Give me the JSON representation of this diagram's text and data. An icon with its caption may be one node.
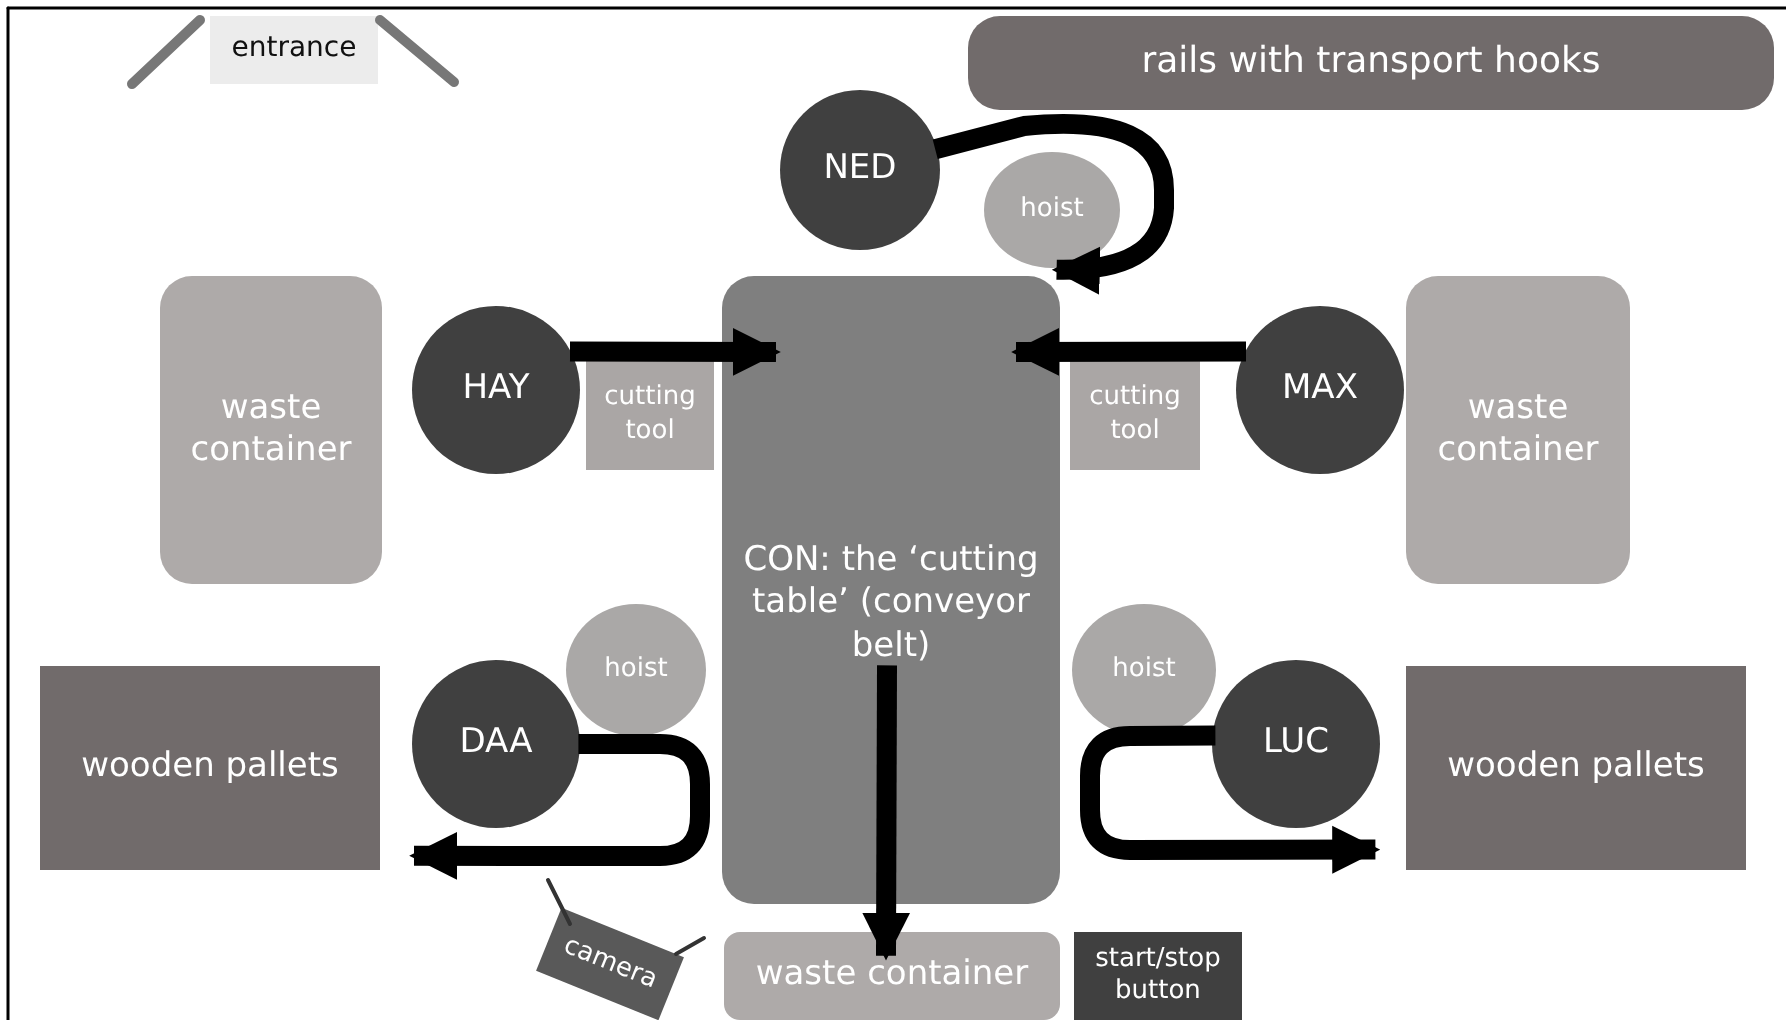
{
  "diagram": {
    "nodes": [
      {
        "text": [
          "entrance"
        ]
      },
      {
        "text": [
          "rails with transport hooks"
        ]
      },
      {
        "text": [
          "NED"
        ]
      },
      {
        "text": [
          "hoist"
        ]
      },
      {
        "text": [
          "waste container"
        ]
      },
      {
        "text": [
          "HAY"
        ]
      },
      {
        "text": [
          "cutting tool"
        ]
      },
      {
        "text": [
          "CON: the ‘cutting table’ (conveyor belt)"
        ]
      },
      {
        "text": [
          "cutting tool"
        ]
      },
      {
        "text": [
          "MAX"
        ]
      },
      {
        "text": [
          "waste container"
        ]
      },
      {
        "text": [
          "hoist"
        ]
      },
      {
        "text": [
          "wooden pallets"
        ]
      },
      {
        "text": [
          "DAA"
        ]
      },
      {
        "text": [
          "hoist"
        ]
      },
      {
        "text": [
          "LUC"
        ]
      },
      {
        "text": [
          "wooden pallets"
        ]
      },
      {
        "text": [
          "camera"
        ]
      },
      {
        "text": [
          "waste container"
        ]
      },
      {
        "text": [
          "start/stop button"
        ]
      }
    ],
    "edges": [
      {
        "from": 2,
        "to": 7,
        "arrow": "to"
      },
      {
        "from": 5,
        "to": 7,
        "arrow": "to"
      },
      {
        "from": 9,
        "to": 7,
        "arrow": "to"
      },
      {
        "from": 7,
        "to": 18,
        "arrow": "to"
      },
      {
        "from": 13,
        "to": 12,
        "arrow": "to"
      },
      {
        "from": 15,
        "to": 16,
        "arrow": "to"
      }
    ]
  }
}
